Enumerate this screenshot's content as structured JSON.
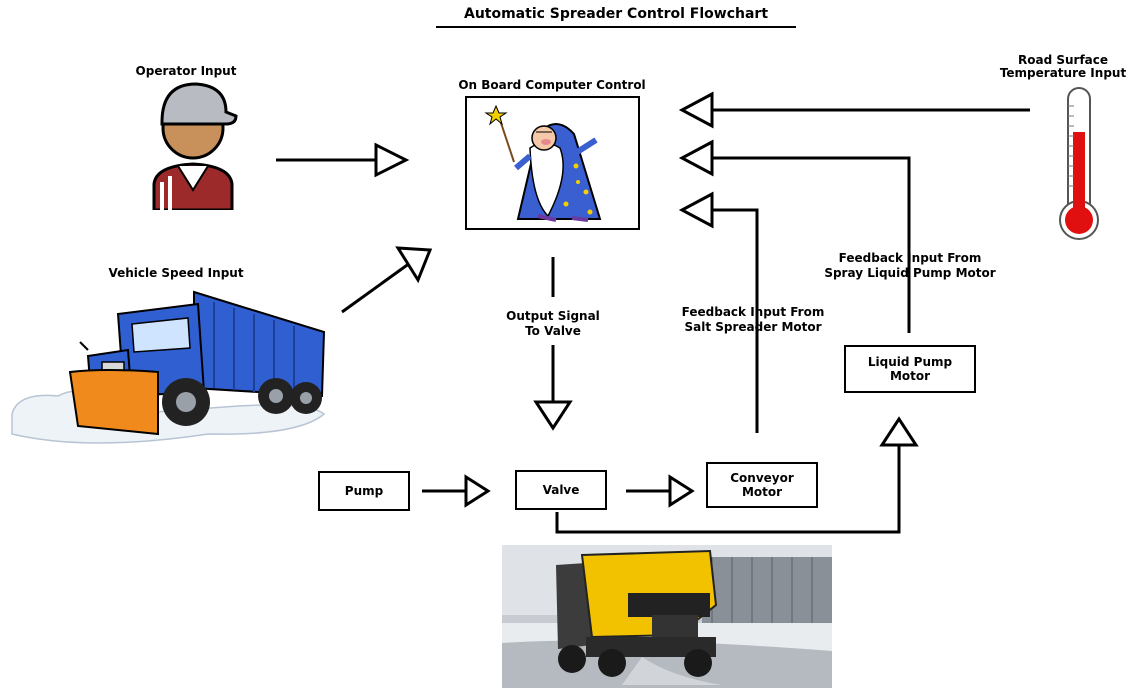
{
  "title": "Automatic Spreader Control Flowchart",
  "labels": {
    "operator_input": "Operator Input",
    "computer_control": "On Board Computer Control",
    "road_temp_line1": "Road Surface",
    "road_temp_line2": "Temperature Input",
    "vehicle_speed": "Vehicle Speed Input",
    "output_signal_line1": "Output Signal",
    "output_signal_line2": "To Valve",
    "salt_feedback_line1": "Feedback Input From",
    "salt_feedback_line2": "Salt Spreader Motor",
    "spray_feedback_line1": "Feedback Input From",
    "spray_feedback_line2": "Spray Liquid Pump Motor"
  },
  "boxes": {
    "pump": "Pump",
    "valve": "Valve",
    "conveyor_line1": "Conveyor",
    "conveyor_line2": "Motor",
    "liquid_pump_line1": "Liquid Pump",
    "liquid_pump_line2": "Motor"
  },
  "colors": {
    "truck_blue": "#2f5fd0",
    "plow_orange": "#f08a1c",
    "spreader_yellow": "#f2c200",
    "thermometer_red": "#e01010",
    "shirt_red": "#9c2a2a"
  },
  "icons": [
    "operator-icon",
    "wizard-icon",
    "thermometer-icon",
    "plow-truck-icon",
    "spreader-truck-photo"
  ]
}
